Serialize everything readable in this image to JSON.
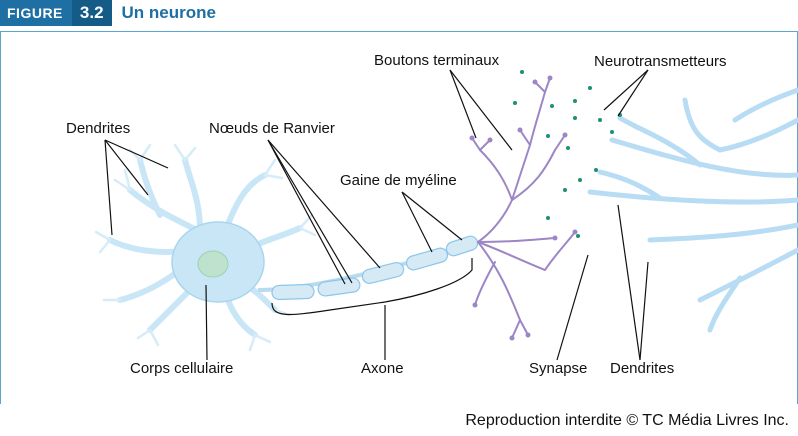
{
  "header": {
    "figure_label": "FIGURE",
    "figure_number": "3.2",
    "title": "Un neurone"
  },
  "labels": {
    "dendrites_left": "Dendrites",
    "noeuds_ranvier": "Nœuds de Ranvier",
    "gaine_myeline": "Gaine de myéline",
    "boutons_terminaux": "Boutons terminaux",
    "neurotransmetteurs": "Neurotransmetteurs",
    "corps_cellulaire": "Corps cellulaire",
    "axone": "Axone",
    "synapse": "Synapse",
    "dendrites_right": "Dendrites"
  },
  "footer": {
    "credit": "Reproduction interdite © TC Média Livres Inc."
  },
  "colors": {
    "cell": "#c9e6f7",
    "cell_stroke": "#8cc6ea",
    "nucleus": "#bfe2cf",
    "myelin": "#d6eaf6",
    "terminals": "#9d86c6",
    "neurotransmitter": "#1f8f76",
    "frame": "#5aa6d3",
    "header_blue": "#1e6fa3"
  }
}
